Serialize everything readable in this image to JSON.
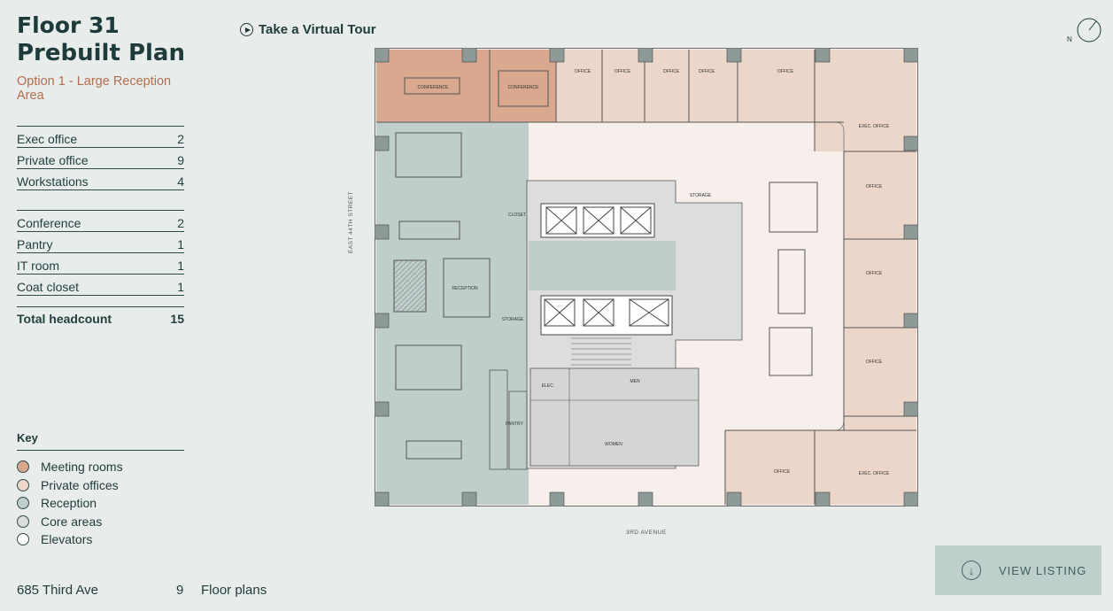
{
  "header": {
    "floor_title": "Floor 31",
    "plan_title": "Prebuilt Plan",
    "option_label": "Option 1 - Large Reception Area"
  },
  "stats": {
    "exec_office": {
      "label": "Exec office",
      "value": "2"
    },
    "private_office": {
      "label": "Private office",
      "value": "9"
    },
    "workstations": {
      "label": "Workstations",
      "value": "4"
    },
    "conference": {
      "label": "Conference",
      "value": "2"
    },
    "pantry": {
      "label": "Pantry",
      "value": "1"
    },
    "it_room": {
      "label": "IT room",
      "value": "1"
    },
    "coat_closet": {
      "label": "Coat closet",
      "value": "1"
    },
    "total": {
      "label": "Total headcount",
      "value": "15"
    }
  },
  "tour": {
    "label": "Take a Virtual Tour"
  },
  "compass": {
    "label": "N"
  },
  "key": {
    "title": "Key",
    "items": [
      {
        "label": "Meeting rooms",
        "color": "#d8a88f"
      },
      {
        "label": "Private offices",
        "color": "#ecd6c9"
      },
      {
        "label": "Reception",
        "color": "#bfcdcb"
      },
      {
        "label": "Core areas",
        "color": "#dcdedd"
      },
      {
        "label": "Elevators",
        "color": "#ffffff"
      }
    ]
  },
  "footer": {
    "address": "685 Third Ave",
    "plans_count": "9",
    "plans_label": "Floor plans",
    "view_listing": "VIEW LISTING"
  },
  "plan": {
    "street_left": "EAST 44TH STREET",
    "street_bottom": "3RD AVENUE",
    "room_labels": {
      "conference_a": "CONFERENCE",
      "conference_b": "CONFERENCE",
      "office_top_1": "OFFICE",
      "office_top_2": "OFFICE",
      "office_top_3": "OFFICE",
      "office_top_4": "OFFICE",
      "office_top_5": "OFFICE",
      "exec_office_top": "EXEC. OFFICE",
      "office_right_1": "OFFICE",
      "office_right_2": "OFFICE",
      "office_right_3": "OFFICE",
      "exec_office_bottom": "EXEC. OFFICE",
      "office_bottom": "OFFICE",
      "reception": "RECEPTION",
      "closet": "CLOSET",
      "storage_top": "STORAGE",
      "storage_left": "STORAGE",
      "elec": "ELEC.",
      "men": "MEN",
      "women": "WOMEN",
      "pantry": "PANTRY"
    }
  }
}
